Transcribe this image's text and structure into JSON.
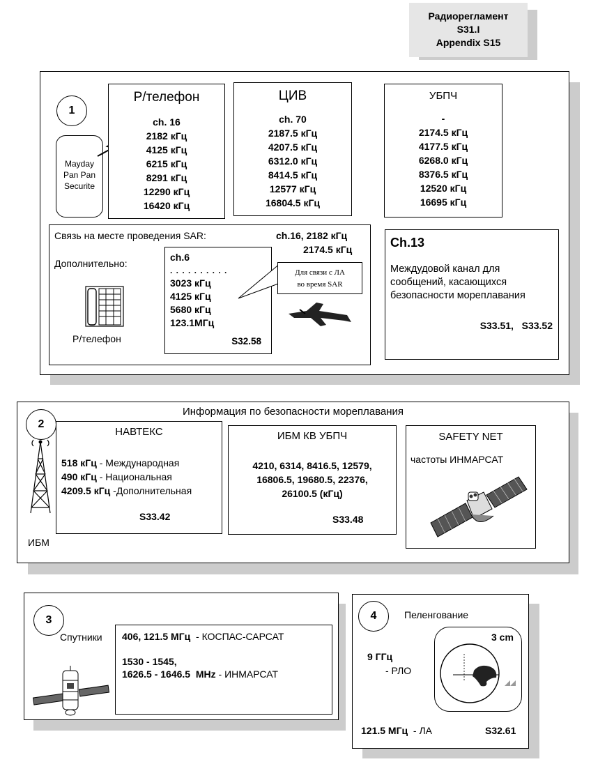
{
  "header": {
    "title": "Радиорегламент",
    "line2": "S31.I",
    "line3": "Appendix S15"
  },
  "section1": {
    "number": "1",
    "distress_phone": {
      "lines": [
        "Mayday",
        "Pan Pan",
        "Securite"
      ]
    },
    "radiotelephone": {
      "title": "Р/телефон",
      "items": [
        "ch. 16",
        "2182 кГц",
        "4125 кГц",
        "6215 кГц",
        "8291 кГц",
        "12290 кГц",
        "16420 кГц"
      ]
    },
    "dsc": {
      "title": "ЦИВ",
      "items": [
        "ch. 70",
        "2187.5 кГц",
        "4207.5 кГц",
        "6312.0 кГц",
        "8414.5 кГц",
        "12577 кГц",
        "16804.5 кГц"
      ]
    },
    "nbdp": {
      "title": "УБПЧ",
      "items": [
        "-",
        "2174.5 кГц",
        "4177.5 кГц",
        "6268.0 кГц",
        "8376.5 кГц",
        "12520 кГц",
        "16695 кГц"
      ]
    },
    "sar": {
      "on_scene_label": "Связь на месте проведения SAR:",
      "on_scene_freq1": "ch.16, 2182 кГц",
      "on_scene_freq2": "2174.5 кГц",
      "additional_label": "Дополнительно:",
      "phone_label": "Р/телефон",
      "channel_box": {
        "title": "ch.6",
        "dots": ". . . . . . . . . .",
        "items": [
          "3023 кГц",
          "4125 кГц",
          "5680 кГц",
          "123.1МГц"
        ],
        "ref": "S32.58"
      },
      "callout_line1": "Для связи с  ЛА",
      "callout_line2": "во время  SAR"
    },
    "ch13": {
      "title": "Ch.13",
      "description": "Междудовой канал для сообщений, касающихся безопасности мореплавания",
      "refs": "S33.51,   S33.52"
    }
  },
  "section2": {
    "number": "2",
    "title": "Информация по безопасности мореплавания",
    "station_label": "ИБМ",
    "navtex": {
      "title": "НАВТЕКС",
      "rows": [
        {
          "freq": "518 кГц",
          "desc": " - Международная"
        },
        {
          "freq": "490 кГц",
          "desc": " - Национальная"
        },
        {
          "freq": "4209.5 кГц",
          "desc": " -Дополнительная"
        }
      ],
      "ref": "S33.42"
    },
    "msi_hf": {
      "title": "ИБМ КВ УБПЧ",
      "lines": [
        "4210, 6314, 8416.5, 12579,",
        "16806.5, 19680.5, 22376,",
        "26100.5 (кГц)"
      ],
      "ref": "S33.48"
    },
    "safetynet": {
      "title": "SAFETY NET",
      "text": "частоты ИНМАРСАТ"
    }
  },
  "section3": {
    "number": "3",
    "label": "Спутники",
    "row1_bold": "406, 121.5 МГц",
    "row1_rest": "  - КОСПАС-САРСАТ",
    "row2_line1": "1530 - 1545,",
    "row2_bold": "1626.5 - 1646.5  MHz",
    "row2_rest": " - ИНМАРСАТ"
  },
  "section4": {
    "number": "4",
    "title": "Пеленгование",
    "band": "3 cm",
    "freq": "9 ГГц",
    "freq_desc": "- РЛО",
    "air_freq": "121.5 МГц",
    "air_desc": "  - ЛА",
    "ref": "S32.61"
  }
}
